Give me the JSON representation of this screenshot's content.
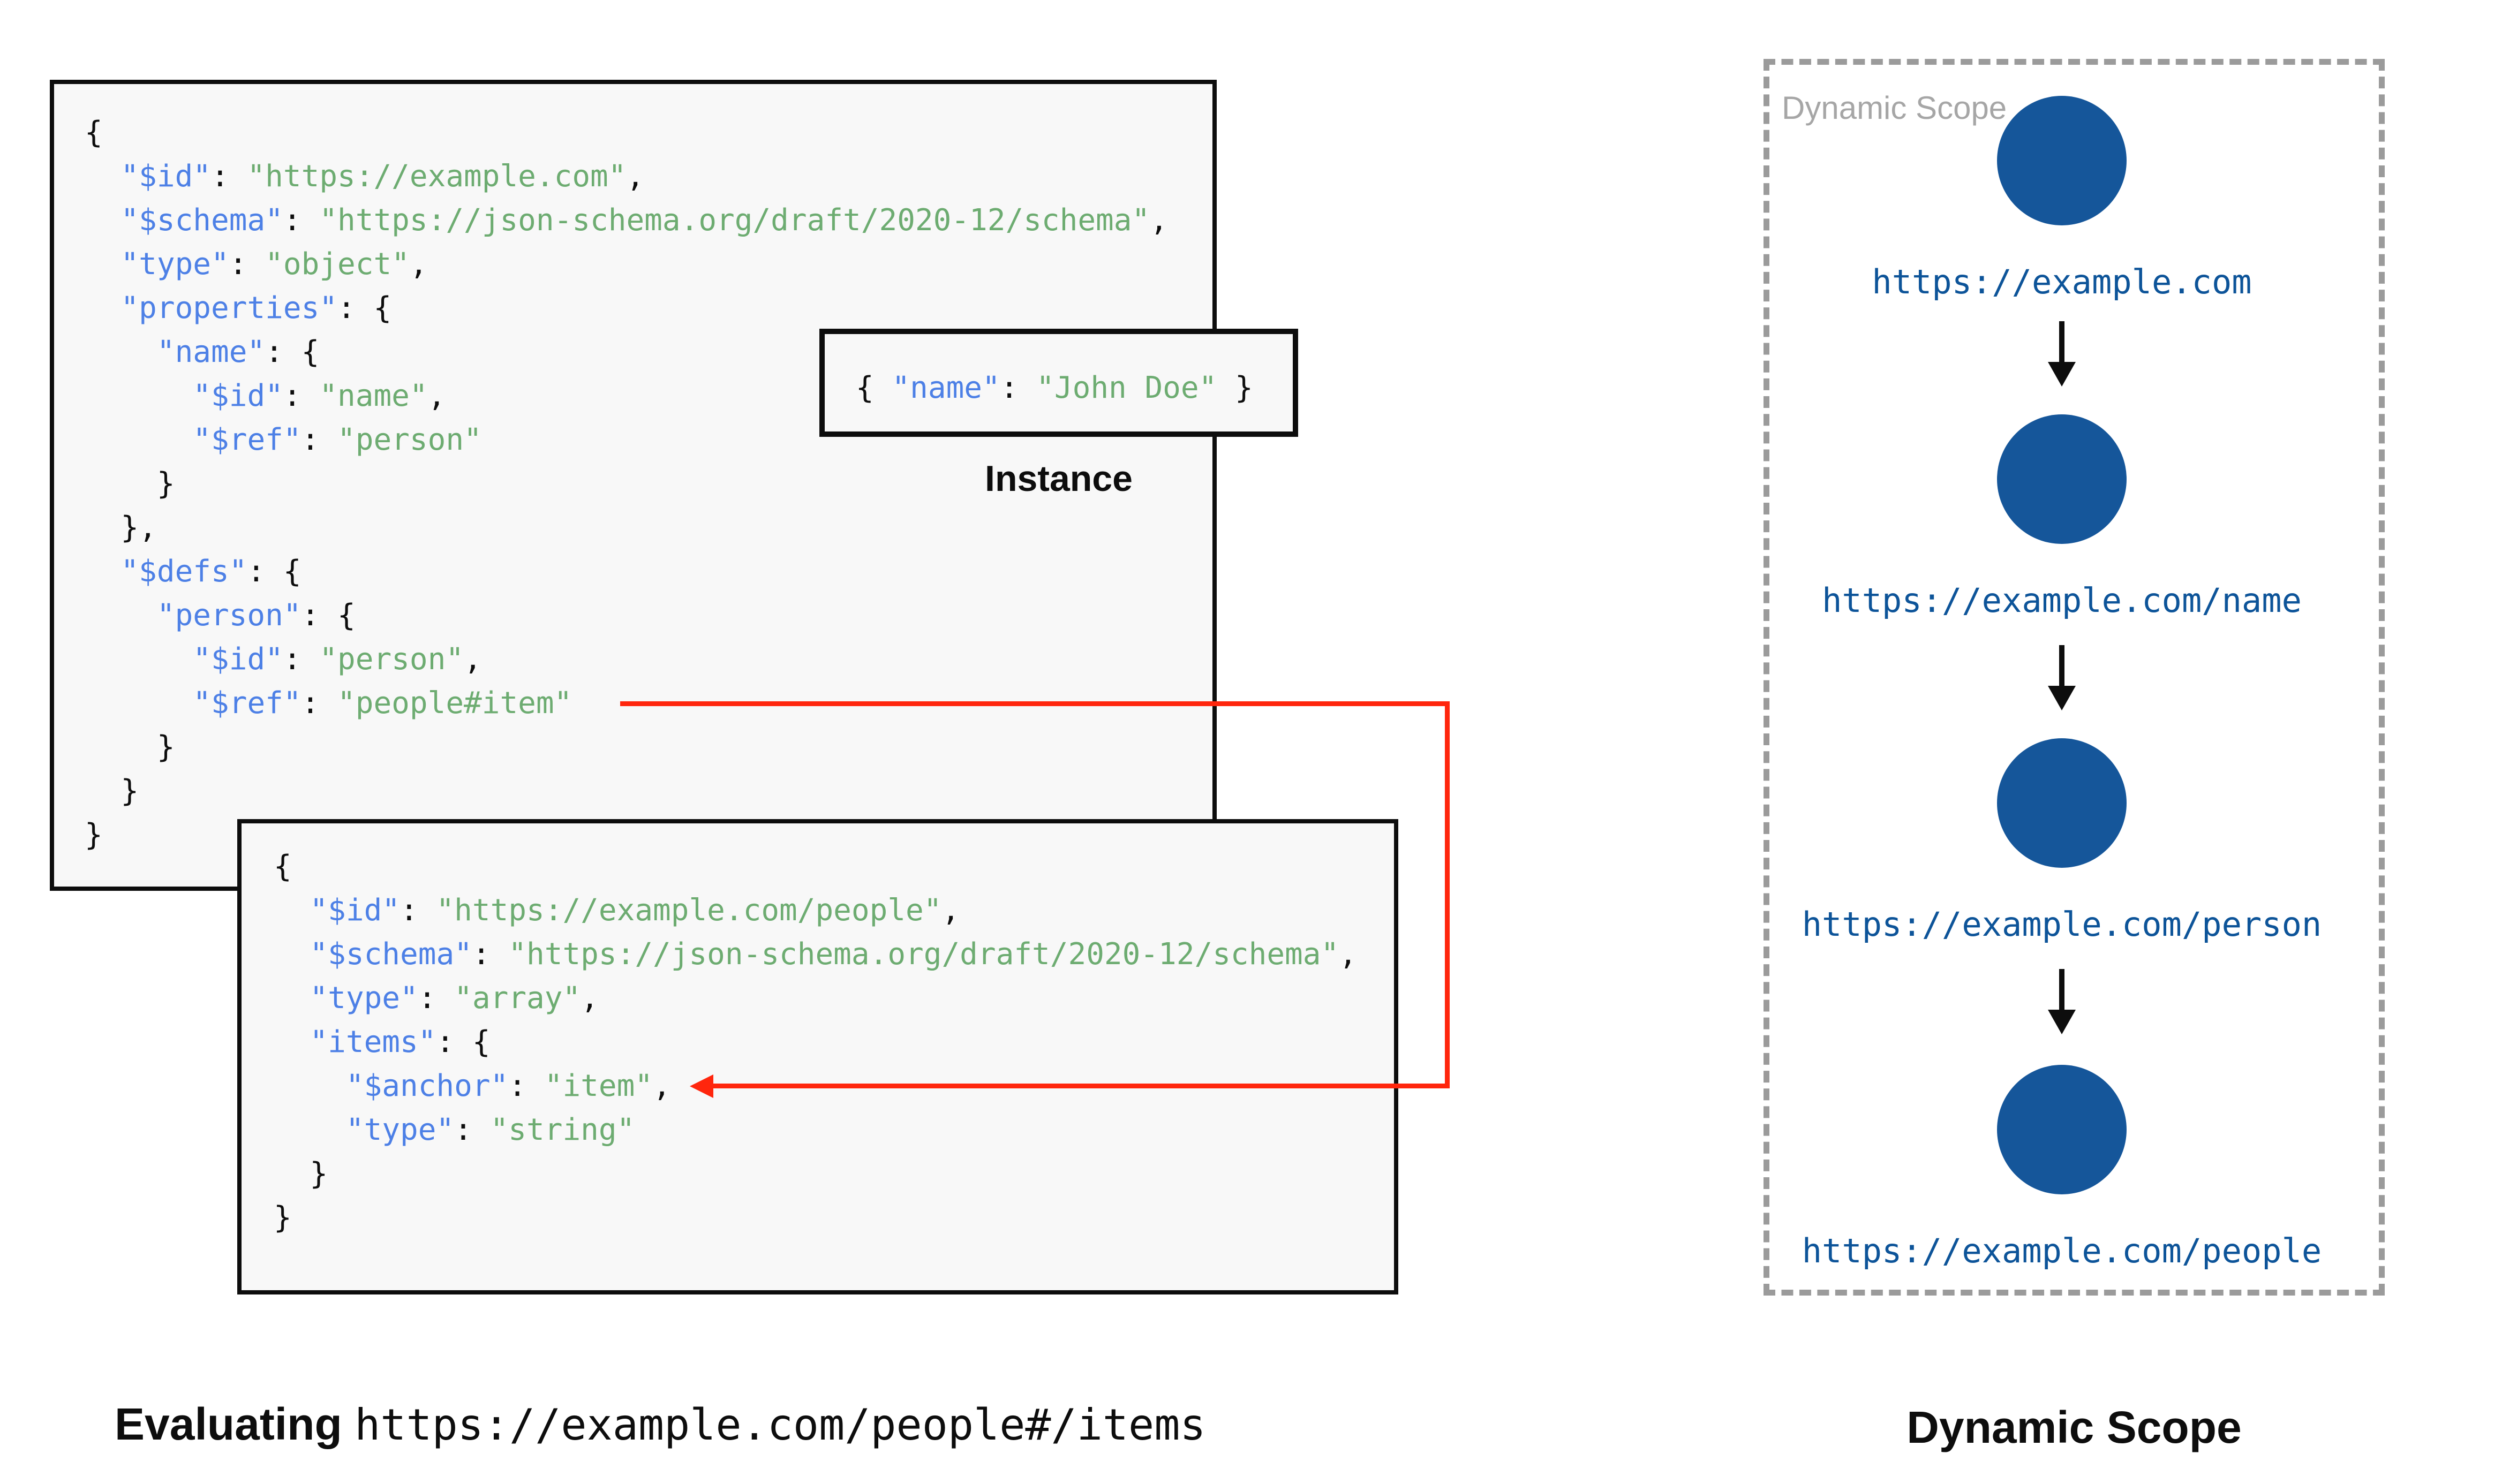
{
  "colors": {
    "ink": "#0d0d0d",
    "key-blue": "#4d80e6",
    "str-green": "#6dac71",
    "node-blue": "#15569a",
    "uri-blue": "#0d5499",
    "red": "#ff260d",
    "box-bg": "#f8f8f8",
    "dash-gray": "#9b9b9b",
    "watermark-gray": "#a6a6a6"
  },
  "schema_box": {
    "lines": [
      [
        [
          "p",
          "{"
        ]
      ],
      [
        [
          "p",
          "  "
        ],
        [
          "k",
          "\"$id\""
        ],
        [
          "p",
          ": "
        ],
        [
          "s",
          "\"https://example.com\""
        ],
        [
          "p",
          ","
        ]
      ],
      [
        [
          "p",
          "  "
        ],
        [
          "k",
          "\"$schema\""
        ],
        [
          "p",
          ": "
        ],
        [
          "s",
          "\"https://json-schema.org/draft/2020-12/schema\""
        ],
        [
          "p",
          ","
        ]
      ],
      [
        [
          "p",
          "  "
        ],
        [
          "k",
          "\"type\""
        ],
        [
          "p",
          ": "
        ],
        [
          "s",
          "\"object\""
        ],
        [
          "p",
          ","
        ]
      ],
      [
        [
          "p",
          "  "
        ],
        [
          "k",
          "\"properties\""
        ],
        [
          "p",
          ": {"
        ]
      ],
      [
        [
          "p",
          "    "
        ],
        [
          "k",
          "\"name\""
        ],
        [
          "p",
          ": {"
        ]
      ],
      [
        [
          "p",
          "      "
        ],
        [
          "k",
          "\"$id\""
        ],
        [
          "p",
          ": "
        ],
        [
          "s",
          "\"name\""
        ],
        [
          "p",
          ","
        ]
      ],
      [
        [
          "p",
          "      "
        ],
        [
          "k",
          "\"$ref\""
        ],
        [
          "p",
          ": "
        ],
        [
          "s",
          "\"person\""
        ]
      ],
      [
        [
          "p",
          "    }"
        ]
      ],
      [
        [
          "p",
          "  },"
        ]
      ],
      [
        [
          "p",
          "  "
        ],
        [
          "k",
          "\"$defs\""
        ],
        [
          "p",
          ": {"
        ]
      ],
      [
        [
          "p",
          "    "
        ],
        [
          "k",
          "\"person\""
        ],
        [
          "p",
          ": {"
        ]
      ],
      [
        [
          "p",
          "      "
        ],
        [
          "k",
          "\"$id\""
        ],
        [
          "p",
          ": "
        ],
        [
          "s",
          "\"person\""
        ],
        [
          "p",
          ","
        ]
      ],
      [
        [
          "p",
          "      "
        ],
        [
          "k",
          "\"$ref\""
        ],
        [
          "p",
          ": "
        ],
        [
          "s",
          "\"people#item\""
        ]
      ],
      [
        [
          "p",
          "    }"
        ]
      ],
      [
        [
          "p",
          "  }"
        ]
      ],
      [
        [
          "p",
          "}"
        ]
      ]
    ]
  },
  "people_box": {
    "lines": [
      [
        [
          "p",
          "{"
        ]
      ],
      [
        [
          "p",
          "  "
        ],
        [
          "k",
          "\"$id\""
        ],
        [
          "p",
          ": "
        ],
        [
          "s",
          "\"https://example.com/people\""
        ],
        [
          "p",
          ","
        ]
      ],
      [
        [
          "p",
          "  "
        ],
        [
          "k",
          "\"$schema\""
        ],
        [
          "p",
          ": "
        ],
        [
          "s",
          "\"https://json-schema.org/draft/2020-12/schema\""
        ],
        [
          "p",
          ","
        ]
      ],
      [
        [
          "p",
          "  "
        ],
        [
          "k",
          "\"type\""
        ],
        [
          "p",
          ": "
        ],
        [
          "s",
          "\"array\""
        ],
        [
          "p",
          ","
        ]
      ],
      [
        [
          "p",
          "  "
        ],
        [
          "k",
          "\"items\""
        ],
        [
          "p",
          ": {"
        ]
      ],
      [
        [
          "p",
          "    "
        ],
        [
          "k",
          "\"$anchor\""
        ],
        [
          "p",
          ": "
        ],
        [
          "s",
          "\"item\""
        ],
        [
          "p",
          ","
        ]
      ],
      [
        [
          "p",
          "    "
        ],
        [
          "k",
          "\"type\""
        ],
        [
          "p",
          ": "
        ],
        [
          "s",
          "\"string\""
        ]
      ],
      [
        [
          "p",
          "  }"
        ]
      ],
      [
        [
          "p",
          "}"
        ]
      ]
    ]
  },
  "instance": {
    "label": "Instance",
    "lines": [
      [
        [
          "p",
          "{ "
        ],
        [
          "k",
          "\"name\""
        ],
        [
          "p",
          ": "
        ],
        [
          "s",
          "\"John Doe\""
        ],
        [
          "p",
          " }"
        ]
      ]
    ]
  },
  "dynamic_scope": {
    "watermark": "Dynamic Scope",
    "caption": "Dynamic Scope",
    "nodes": [
      {
        "label": "https://example.com"
      },
      {
        "label": "https://example.com/name"
      },
      {
        "label": "https://example.com/person"
      },
      {
        "label": "https://example.com/people"
      }
    ]
  },
  "evaluating": {
    "prefix": "Evaluating ",
    "uri": "https://example.com/people#/items"
  }
}
